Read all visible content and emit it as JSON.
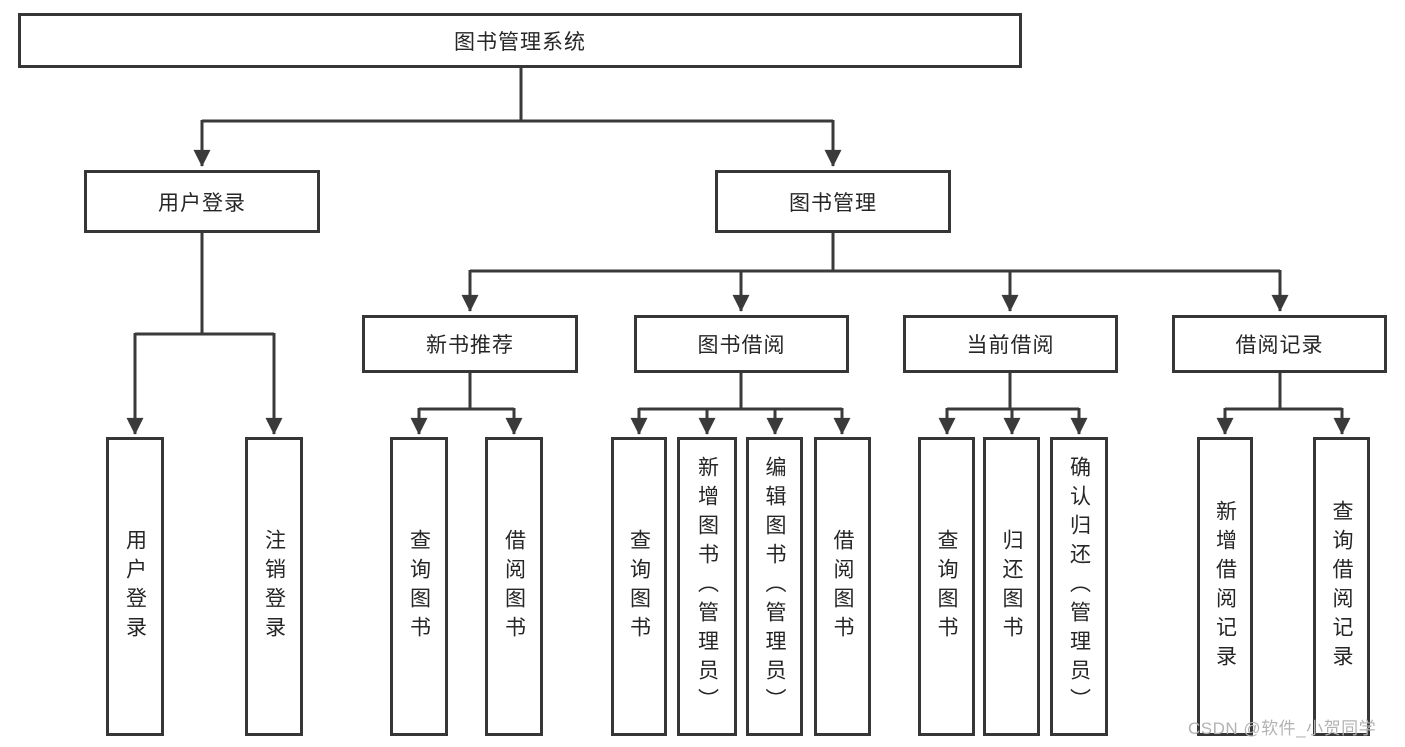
{
  "diagram": {
    "title": "图书管理系统",
    "level1": [
      {
        "label": "用户登录"
      },
      {
        "label": "图书管理"
      }
    ],
    "level2": [
      {
        "label": "新书推荐"
      },
      {
        "label": "图书借阅"
      },
      {
        "label": "当前借阅"
      },
      {
        "label": "借阅记录"
      }
    ],
    "leaves": {
      "user_login": [
        "用户登录",
        "注销登录"
      ],
      "new_books": [
        "查询图书",
        "借阅图书"
      ],
      "book_borrow": [
        "查询图书",
        "新增图书（管理员）",
        "编辑图书（管理员）",
        "借阅图书"
      ],
      "current_borrow": [
        "查询图书",
        "归还图书",
        "确认归还（管理员）"
      ],
      "borrow_records": [
        "新增借阅记录",
        "查询借阅记录"
      ]
    },
    "colors": {
      "line": "#3a3a3a",
      "text": "#262626",
      "box_background": "#ffffff",
      "page_background": "#ffffff",
      "watermark": "#b3b3b3"
    }
  },
  "watermark": "CSDN @软件_小贺同学"
}
